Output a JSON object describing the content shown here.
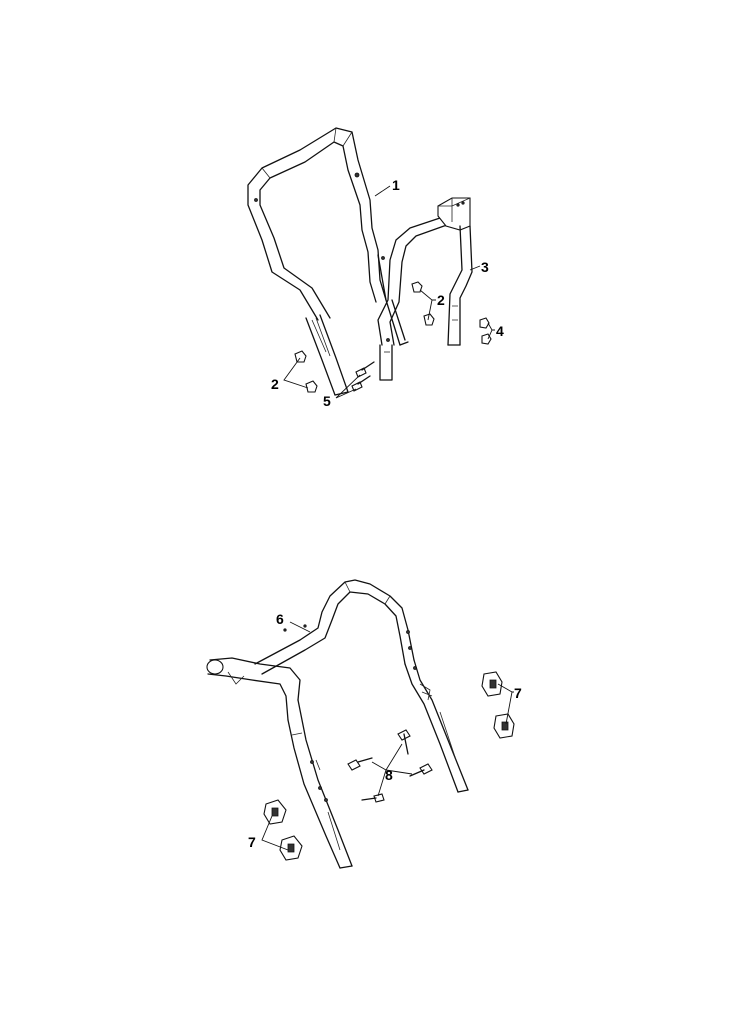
{
  "diagram": {
    "callouts": {
      "c1": "1",
      "c2a": "2",
      "c2b": "2",
      "c3": "3",
      "c4": "4",
      "c5": "5",
      "c6": "6",
      "c7a": "7",
      "c7b": "7",
      "c8": "8"
    }
  }
}
